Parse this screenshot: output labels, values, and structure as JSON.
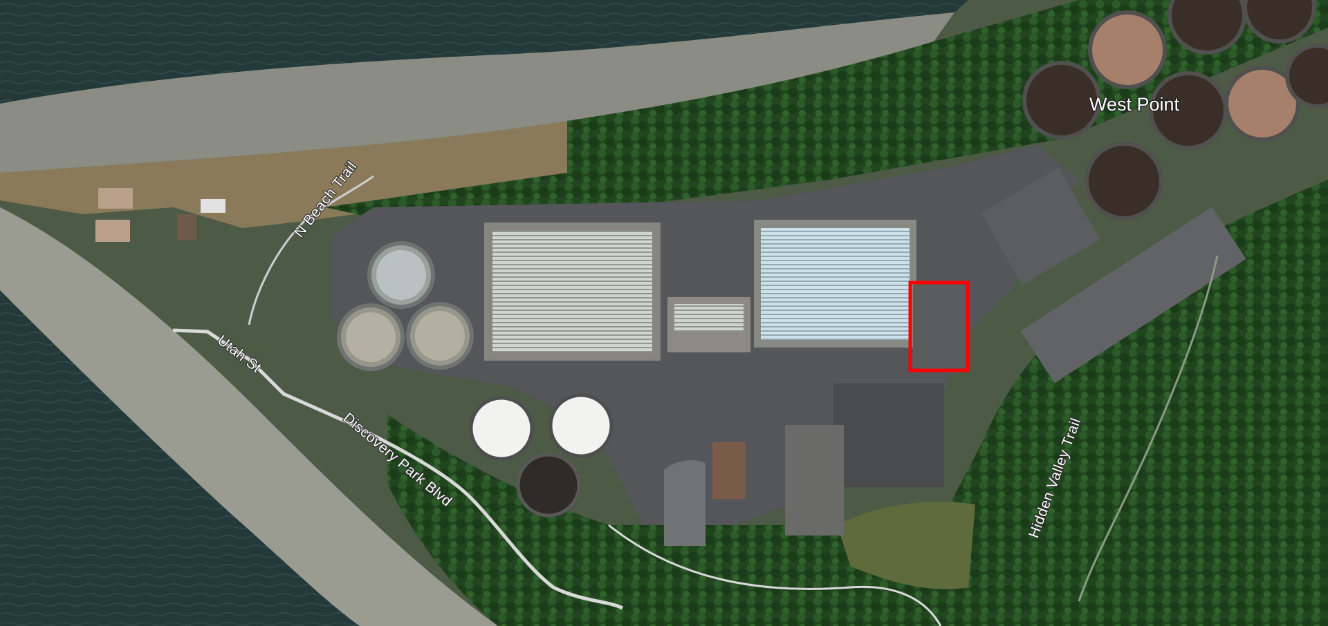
{
  "map": {
    "view": "satellite",
    "place_label": "West Point",
    "road_labels": {
      "n_beach_trail": "N Beach Trail",
      "utah_st": "Utah St",
      "discovery_park_blvd": "Discovery Park Blvd",
      "hidden_valley_trail": "Hidden Valley Trail"
    },
    "highlight_color": "#ff0000",
    "colors": {
      "water": "#243a35",
      "beach": "#8f9288",
      "forest": "#1f4a1f",
      "pavement": "#55575a",
      "paths": "#d9d9d9"
    }
  }
}
